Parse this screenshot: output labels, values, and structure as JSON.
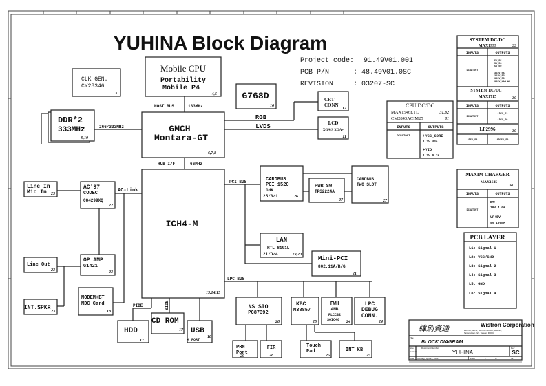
{
  "title": "YUHINA Block Diagram",
  "project_info": {
    "project_code_label": "Project code:",
    "project_code": "91.49V01.001",
    "pcb_pn_label": "PCB P/N",
    "pcb_pn": ": 48.49V01.0SC",
    "revision_label": "REVISION",
    "revision": ": 03207-SC"
  },
  "blocks": {
    "clk_gen": {
      "line1": "CLK GEN.",
      "line2": "CY28346",
      "page": "3"
    },
    "cpu": {
      "line1": "Mobile CPU",
      "line2": "Portability",
      "line3": "Mobile P4",
      "page": "4,5"
    },
    "g768d": {
      "line1": "G768D",
      "page": "16"
    },
    "ddr": {
      "line1": "DDR*2",
      "line2": "333MHz",
      "page": "9,10"
    },
    "gmch": {
      "line1": "GMCH",
      "line2": "Montara-GT",
      "page": "6,7,8"
    },
    "crt": {
      "line1": "CRT",
      "line2": "CONN",
      "page": "12"
    },
    "lcd": {
      "line1": "LCD",
      "line2": "XGA/S XGA+",
      "page": "11"
    },
    "ich": {
      "line1": "ICH4-M",
      "page": "13,14,15"
    },
    "line_in": {
      "line1": "Line In",
      "line2": "Mic In",
      "page": "23"
    },
    "ac97": {
      "line1": "AC'97",
      "line2": "CODEC",
      "line3": "C84299XQ",
      "page": "22"
    },
    "line_out": {
      "line1": "Line Out",
      "page": "23"
    },
    "op_amp": {
      "line1": "OP AMP",
      "line2": "G1421",
      "page": "23"
    },
    "int_spkr": {
      "line1": "INT.SPKR",
      "page": "23"
    },
    "modem": {
      "line1": "MODEM+BT",
      "line2": "MDC Card",
      "page": "18"
    },
    "hdd": {
      "line1": "HDD",
      "page": "17"
    },
    "cdrom": {
      "line1": "CD ROM",
      "page": "17"
    },
    "usb": {
      "line1": "USB",
      "line2": "4 PORT",
      "page": "18"
    },
    "cardbus": {
      "line1": "CARDBUS",
      "line2": "PCI 1520",
      "line3": "GHK",
      "line4": "25/B/1",
      "page": "26"
    },
    "pwr_sw": {
      "line1": "PWR SW",
      "line2": "TPS2224A",
      "page": "27"
    },
    "cardbus_slot": {
      "line1": "CARDBUS",
      "line2": "TWO SLOT",
      "page": "27"
    },
    "lan": {
      "line1": "LAN",
      "line2": "RTL 8101L",
      "line3": "21/D/4",
      "page": "19,20"
    },
    "mini_pci": {
      "line1": "Mini-PCI",
      "line2": "802.11A/B/G",
      "page": "21"
    },
    "ns_sio": {
      "line1": "NS SIO",
      "line2": "PC87392",
      "page": "28"
    },
    "kbc": {
      "line1": "KBC",
      "line2": "M38857",
      "page": "25"
    },
    "fwh": {
      "line1": "FWH",
      "line2": "4MB",
      "line3": "PLCC32",
      "line4": "SOIC40",
      "page": "24"
    },
    "lpc_debug": {
      "line1": "LPC",
      "line2": "DEBUG",
      "line3": "CONN.",
      "page": "24"
    },
    "prn": {
      "line1": "PRN",
      "line2": "Port",
      "page": "29"
    },
    "fir": {
      "line1": "FIR",
      "page": "28"
    },
    "touch_pad": {
      "line1": "Touch",
      "line2": "Pad",
      "page": "25"
    },
    "int_kb": {
      "line1": "INT KB",
      "page": "25"
    }
  },
  "bus_labels": {
    "host_bus": "HOST BUS",
    "host_freq": "133MHz",
    "ddr_freq": "266/333MHz",
    "rgb": "RGB",
    "lvds": "LVDS",
    "hub_if": "HUB I/F",
    "hub_freq": "66MHz",
    "pci_bus": "PCI BUS",
    "ac_link": "AC-Link",
    "lpc_bus": "LPC BUS",
    "pide": "PIDE",
    "side": "SIDE"
  },
  "cpu_dcdc": {
    "title": "CPU DC/DC",
    "chip1": "MAX1546ETL",
    "chip1_page": "31,32",
    "chip2": "CM2843ACIM25",
    "chip2_page": "31",
    "inputs_label": "INPUTS",
    "outputs_label": "OUTPUTS",
    "input": "DCBATOUT",
    "out1": "+VCC_CORE",
    "out1_val": "1.3V     44A",
    "out2": "+VID",
    "out2_val": "1.2V   0.3A"
  },
  "system_dcdc": {
    "title": "SYSTEM DC/DC",
    "chip": "MAX1999",
    "page": "33",
    "inputs_label": "INPUTS",
    "outputs_label": "OUTPUTS",
    "input": "DCBATOUT",
    "outputs": [
      "5V_S5",
      "5V_S3",
      "5V_S0",
      "3D3V_S5",
      "3D3V_S3",
      "3D3V_S0",
      "3D3V_LAN AC"
    ]
  },
  "system_dcdc2": {
    "title": "SYSTEM DC/DC",
    "chip": "MAX1715",
    "page": "30",
    "inputs_label": "INPUTS",
    "outputs_label": "OUTPUTS",
    "input": "DCBATOUT",
    "outputs": [
      "1D5V_S3",
      "1D5V_S0"
    ]
  },
  "lp2996": {
    "chip": "LP2996",
    "page": "30",
    "input": "2D5V_S3",
    "output": "1D25V_S0"
  },
  "charger": {
    "title": "MAXIM CHARGER",
    "chip": "MAX1645",
    "page": "34",
    "inputs_label": "INPUTS",
    "outputs_label": "OUTPUTS",
    "input": "DCBATOUT",
    "out1": "BT+",
    "out1_val": "19V   4.0A",
    "out2": "UP+5V",
    "out2_val": "5V    100mA"
  },
  "pcb_layer": {
    "title": "PCB LAYER",
    "layers": [
      "L1: Signal 1",
      "L2: VCC/GND",
      "L3: Signal 2",
      "L4: Signal 3",
      "L5: GND",
      "L6: Signal 4"
    ]
  },
  "title_block": {
    "chinese_name": "緯創資通",
    "company": "Wistron Corporation",
    "address1": "21F, 88, Sec.1, Hsin Tai Wu Rd., Hsichih,",
    "address2": "Taipei Hsien 221, Taiwan, R.O.C.",
    "title_label": "Title",
    "title": "BLOCK DIAGRAM",
    "size_label": "Size",
    "size": "Custom",
    "doc_label": "Document Number",
    "doc": "YUHINA",
    "rev_label": "Rev",
    "rev": "SC",
    "date_label": "Date:",
    "date": "Monday, April 21, 2003",
    "sheet_label": "Sheet",
    "sheet": "1",
    "of_label": "of",
    "of": "39"
  }
}
